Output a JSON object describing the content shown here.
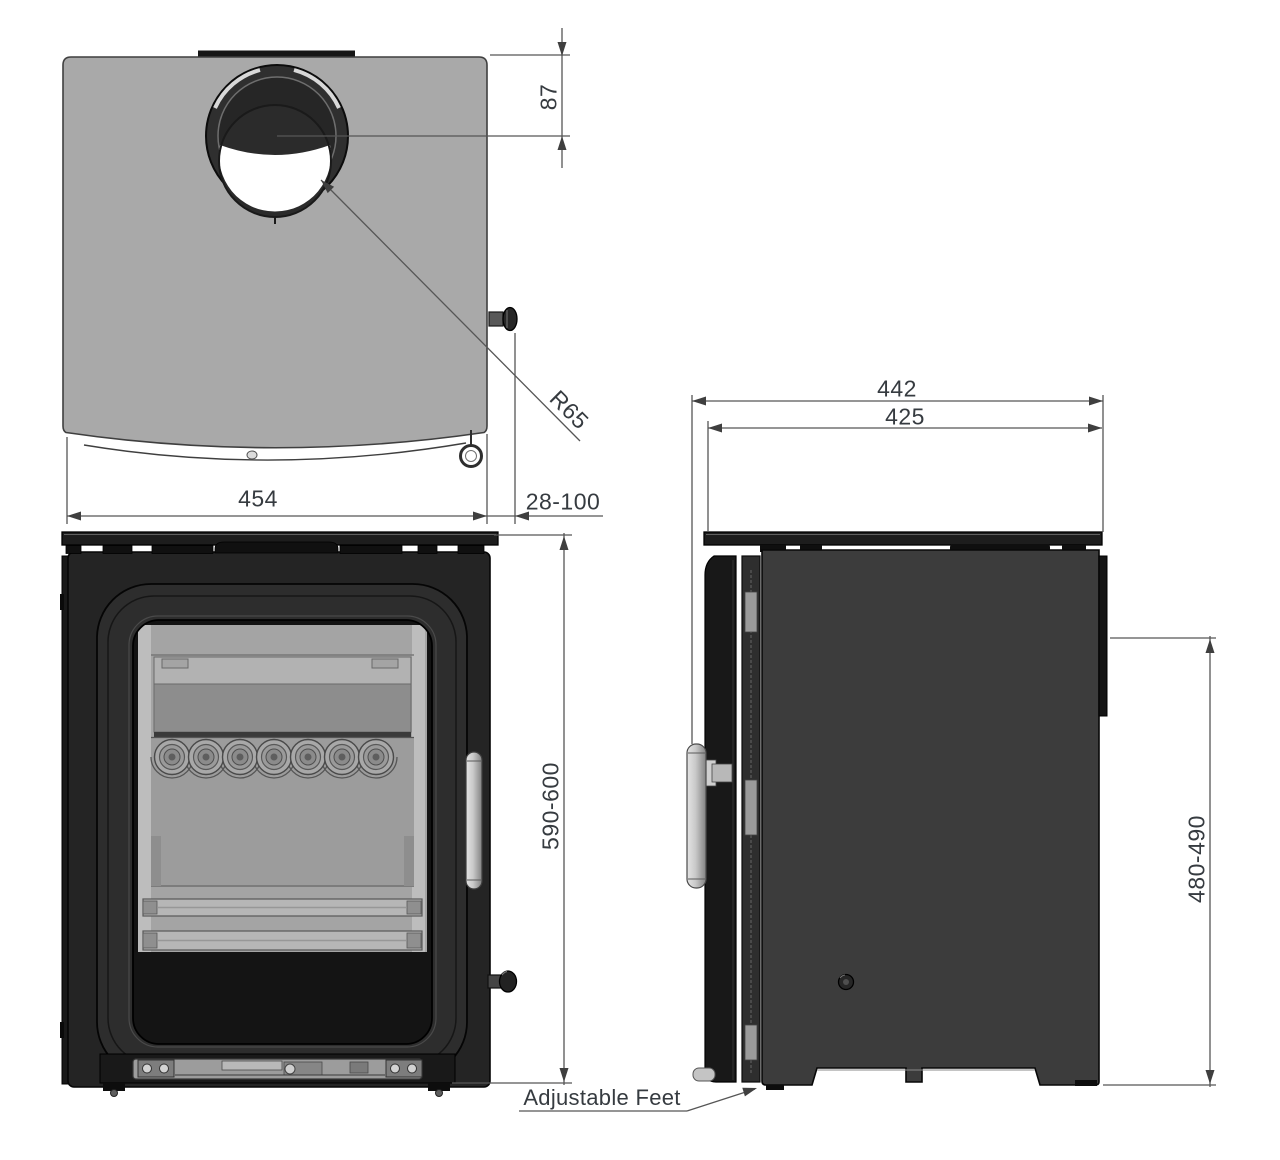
{
  "dimensions": {
    "flue_offset": "87",
    "front_width": "454",
    "rear_clearance": "28-100",
    "flue_radius": "R65",
    "depth_overall": "442",
    "depth_body": "425",
    "height_overall": "590-600",
    "height_rear": "480-490"
  },
  "annotations": {
    "adjustable_feet": "Adjustable Feet"
  },
  "colors": {
    "top_plate_grey": "#a9a9a9",
    "stove_front_black": "#242424",
    "stove_side_grey": "#3c3c3c",
    "dimension_line": "#565656",
    "label_text": "#363b40"
  }
}
